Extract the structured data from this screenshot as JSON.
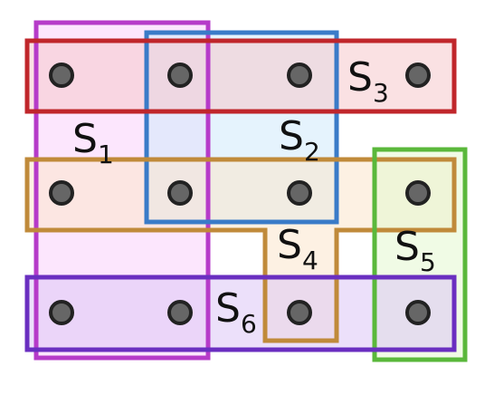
{
  "diagram": {
    "point_fill": "#666666",
    "point_stroke": "#222222",
    "points": [
      {
        "id": "p11"
      },
      {
        "id": "p12"
      },
      {
        "id": "p13"
      },
      {
        "id": "p14"
      },
      {
        "id": "p21"
      },
      {
        "id": "p22"
      },
      {
        "id": "p23"
      },
      {
        "id": "p24"
      },
      {
        "id": "p31"
      },
      {
        "id": "p32"
      },
      {
        "id": "p33"
      },
      {
        "id": "p34"
      }
    ],
    "sets": [
      {
        "id": "s1",
        "label": "S",
        "sub": "1",
        "stroke": "#b63bc9",
        "fill": "#f9d1fb"
      },
      {
        "id": "s2",
        "label": "S",
        "sub": "2",
        "stroke": "#3a7bc8",
        "fill": "#cfe9fb"
      },
      {
        "id": "s3",
        "label": "S",
        "sub": "3",
        "stroke": "#c0262b",
        "fill": "#f6c8cc"
      },
      {
        "id": "s4",
        "label": "S",
        "sub": "4",
        "stroke": "#c08a3a",
        "fill": "#fbe6cc"
      },
      {
        "id": "s5",
        "label": "S",
        "sub": "5",
        "stroke": "#5ab83b",
        "fill": "#e3f8cf"
      },
      {
        "id": "s6",
        "label": "S",
        "sub": "6",
        "stroke": "#6a2fc0",
        "fill": "#dcc6f6"
      }
    ]
  }
}
